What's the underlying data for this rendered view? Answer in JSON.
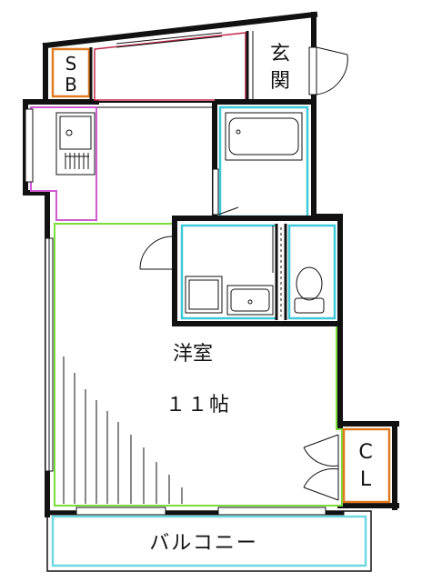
{
  "rooms": {
    "storage": {
      "line1": "S",
      "line2": "B"
    },
    "entrance": {
      "line1": "玄",
      "line2": "関"
    },
    "western_room": {
      "name": "洋室",
      "size": "１１帖"
    },
    "closet": {
      "line1": "C",
      "line2": "L"
    },
    "balcony": {
      "name": "バルコニー"
    }
  },
  "colors": {
    "wall": "#111111",
    "outline_storage": "#e07a1f",
    "outline_wet": "#3ec8d8",
    "outline_kitchen": "#d05ad0",
    "outline_room": "#7ddc3a",
    "outline_balcony": "#6fd8e0",
    "entry_corridor": "#c0284a"
  }
}
